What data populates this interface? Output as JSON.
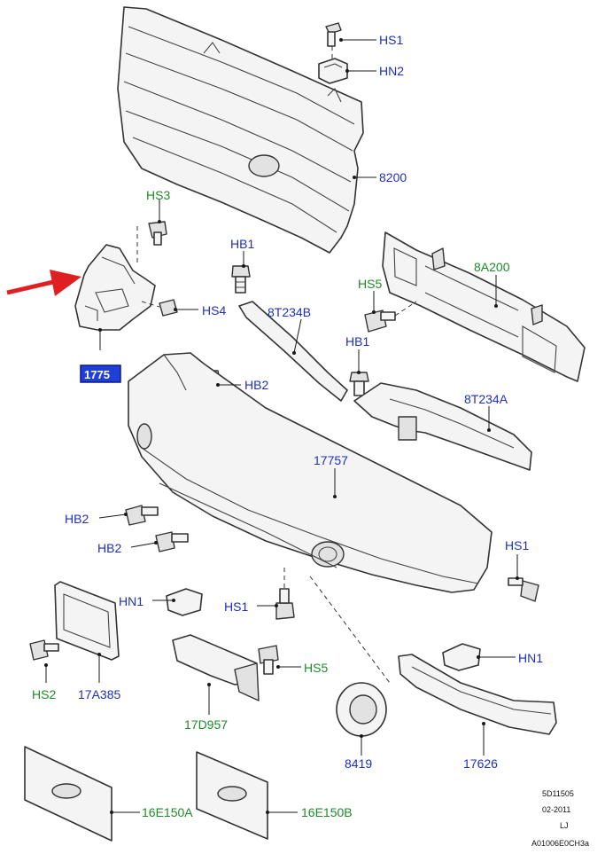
{
  "colors": {
    "blue_label": "#1f2fbf",
    "green_label": "#1f8a2a",
    "arrow": "#e02020",
    "highlight": "#1f3fd6"
  },
  "labels": {
    "hs1_top": "HS1",
    "hn2": "HN2",
    "p8200": "8200",
    "hs3": "HS3",
    "hb1_left": "HB1",
    "hs5_right": "HS5",
    "p8a200": "8A200",
    "hs4": "HS4",
    "p8t234b": "8T234B",
    "hb1_right": "HB1",
    "p17754": "1775",
    "hb2_top": "HB2",
    "p8t234a": "8T234A",
    "p17757": "17757",
    "hb2_a": "HB2",
    "hb2_b": "HB2",
    "hs1_right": "HS1",
    "hn1_left": "HN1",
    "hs1_mid": "HS1",
    "hn1_right": "HN1",
    "hs5_bottom": "HS5",
    "hs2": "HS2",
    "p17a385": "17A385",
    "p17d957": "17D957",
    "p8419": "8419",
    "p17626": "17626",
    "p16e150a": "16E150A",
    "p16e150b": "16E150B"
  },
  "meta": {
    "line1": "5D11505",
    "line2": "02-2011",
    "line3": "LJ",
    "line4": "A01006E0CH3a"
  }
}
